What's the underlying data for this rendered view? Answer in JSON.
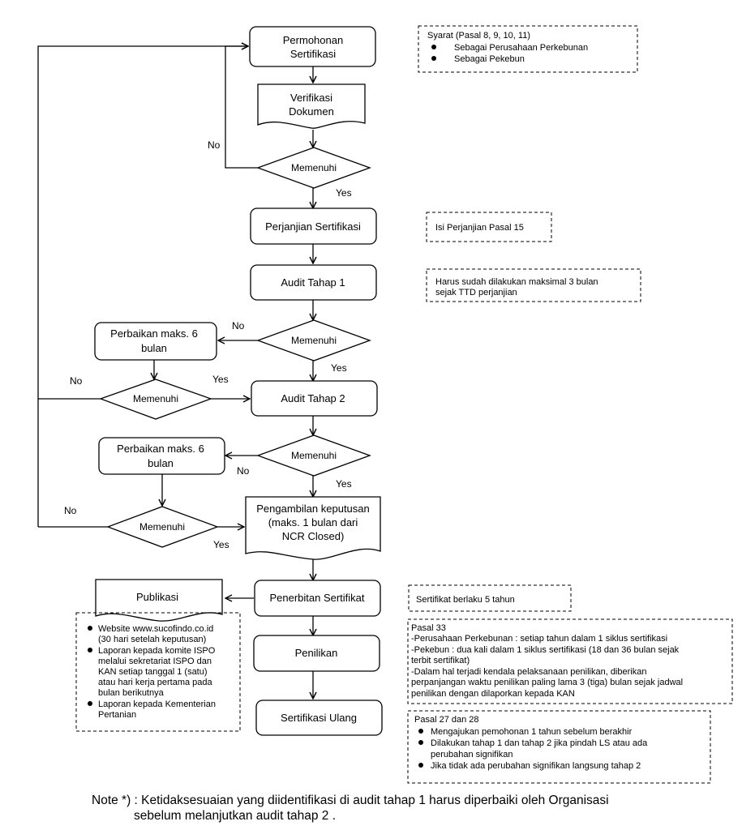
{
  "nodes": {
    "permohonan": [
      "Permohonan",
      "Sertifikasi"
    ],
    "verifikasi": [
      "Verifikasi",
      "Dokumen"
    ],
    "memenuhi_1": "Memenuhi",
    "perjanjian": "Perjanjian Sertifikasi",
    "audit1": "Audit Tahap 1",
    "memenuhi_2": "Memenuhi",
    "perbaikan_1": [
      "Perbaikan maks. 6",
      "bulan"
    ],
    "memenuhi_3": "Memenuhi",
    "audit2": "Audit Tahap 2",
    "memenuhi_4": "Memenuhi",
    "perbaikan_2": [
      "Perbaikan maks. 6",
      "bulan"
    ],
    "memenuhi_5": "Memenuhi",
    "pengambilan": [
      "Pengambilan keputusan",
      "(maks. 1 bulan dari",
      "NCR Closed)"
    ],
    "penerbitan": "Penerbitan Sertifikat",
    "publikasi": "Publikasi",
    "penilikan": "Penilikan",
    "sertifikasi_ulang": "Sertifikasi Ulang"
  },
  "edge_labels": {
    "no_1": "No",
    "yes_1": "Yes",
    "no_2": "No",
    "yes_2": "Yes",
    "no_3": "No",
    "yes_3": "Yes",
    "no_4": "No",
    "yes_4": "Yes",
    "no_5": "No",
    "yes_5": "Yes"
  },
  "notes": {
    "syarat": {
      "title": "Syarat (Pasal 8, 9, 10, 11)",
      "items": [
        "Sebagai Perusahaan Perkebunan",
        "Sebagai Pekebun"
      ]
    },
    "isi_perjanjian": "Isi Perjanjian Pasal 15",
    "harus": [
      "Harus sudah dilakukan maksimal 3 bulan",
      "sejak TTD perjanjian"
    ],
    "berlaku": "Sertifikat berlaku 5 tahun",
    "pasal33": [
      "Pasal 33",
      "-Perusahaan Perkebunan : setiap tahun dalam 1 siklus sertifikasi",
      "-Pekebun :  dua kali dalam 1 siklus sertifikasi (18 dan 36 bulan sejak",
      "terbit sertifikat)",
      "-Dalam  hal  terjadi  kendala  pelaksanaan  penilikan,  diberikan",
      "perpanjangan waktu penilikan paling lama 3 (tiga) bulan sejak jadwal",
      "penilikan dengan dilaporkan kepada KAN"
    ],
    "pasal27": {
      "title": "Pasal 27 dan 28",
      "items": [
        [
          "Mengajukan pemohonan 1 tahun sebelum berakhir"
        ],
        [
          "Dilakukan tahap 1 dan tahap 2 jika pindah LS atau ada",
          "perubahan signifikan"
        ],
        [
          "Jika tidak ada perubahan signifikan langsung tahap 2"
        ]
      ]
    },
    "publikasi_items": [
      [
        "Website www.sucofindo.co.id",
        "(30 hari setelah keputusan)"
      ],
      [
        "Laporan kepada komite ISPO",
        "melalui sekretariat ISPO dan",
        "KAN setiap tanggal 1 (satu)",
        "atau hari kerja pertama pada",
        "bulan berikutnya"
      ],
      [
        "Laporan kepada Kementerian",
        "Pertanian"
      ]
    ]
  },
  "footer_note": {
    "line1": "Note *) : Ketidaksesuaian yang diidentifikasi di audit tahap 1 harus diperbaiki oleh Organisasi",
    "line2": "sebelum melanjutkan audit tahap 2 ."
  }
}
